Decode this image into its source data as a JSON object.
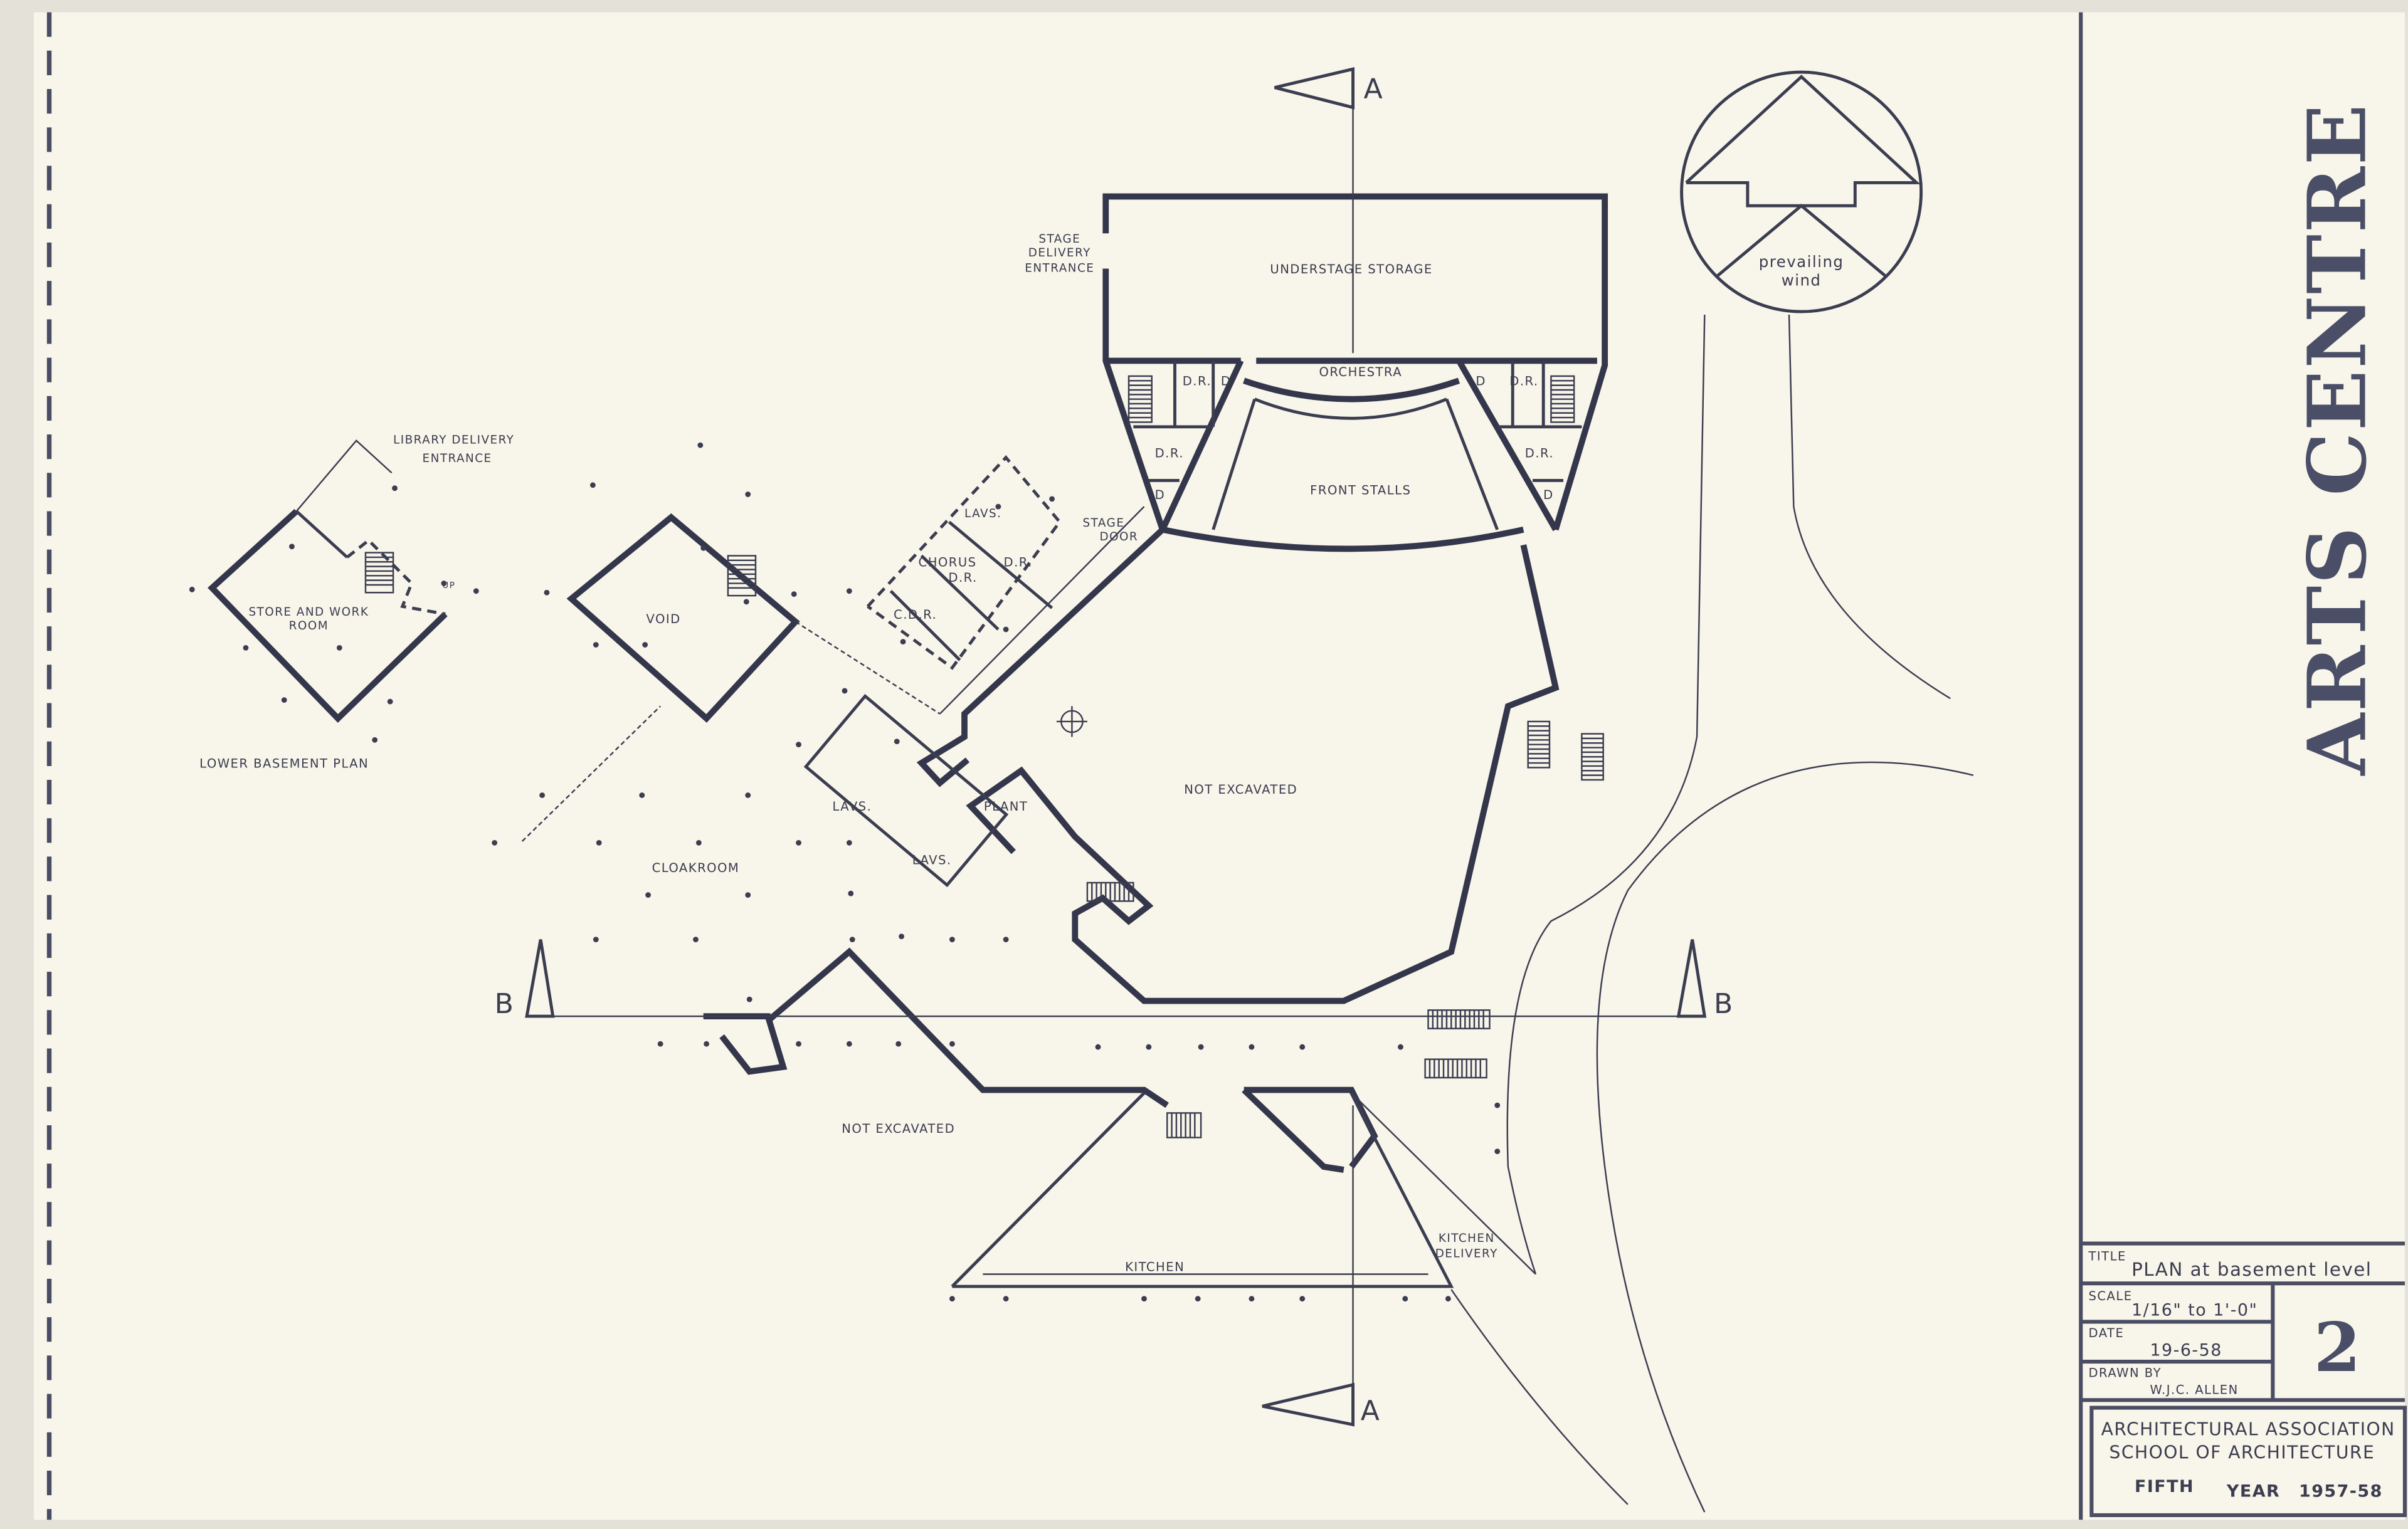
{
  "sheet": {
    "title_vertical": "ARTS CENTRE",
    "sheet_number": "2"
  },
  "title_block": {
    "title_label": "TITLE",
    "title_value": "PLAN at basement level",
    "scale_label": "SCALE",
    "scale_value": "1/16\" to 1'-0\"",
    "date_label": "DATE",
    "date_value": "19-6-58",
    "drawn_by_label": "DRAWN BY",
    "drawn_by_value": "W.J.C. ALLEN",
    "school_line1": "ARCHITECTURAL ASSOCIATION",
    "school_line2": "SCHOOL OF ARCHITECTURE",
    "year_word1": "FIFTH",
    "year_word2": "YEAR",
    "year_value": "1957-58"
  },
  "compass": {
    "label_line1": "prevailing",
    "label_line2": "wind"
  },
  "sections": {
    "a": "A",
    "b": "B"
  },
  "rooms": {
    "understage_storage": "UNDERSTAGE STORAGE",
    "stage_delivery_1": "STAGE",
    "stage_delivery_2": "DELIVERY",
    "stage_delivery_3": "ENTRANCE",
    "orchestra": "ORCHESTRA",
    "front_stalls": "FRONT STALLS",
    "dr": "D.R.",
    "d": "D",
    "stage_door_1": "STAGE",
    "stage_door_2": "DOOR",
    "lavs": "LAVS.",
    "chorus_dr_1": "CHORUS",
    "chorus_dr_2": "D.R.",
    "cdr": "C.D.R.",
    "void": "VOID",
    "cloakroom": "CLOAKROOM",
    "plant": "PLANT",
    "not_excavated": "NOT EXCAVATED",
    "kitchen": "KITCHEN",
    "kitchen_delivery_1": "KITCHEN",
    "kitchen_delivery_2": "DELIVERY",
    "library_delivery_1": "LIBRARY DELIVERY",
    "library_delivery_2": "ENTRANCE",
    "store_work_1": "STORE AND WORK",
    "store_work_2": "ROOM",
    "lower_basement_plan": "LOWER BASEMENT PLAN",
    "up": "UP"
  }
}
